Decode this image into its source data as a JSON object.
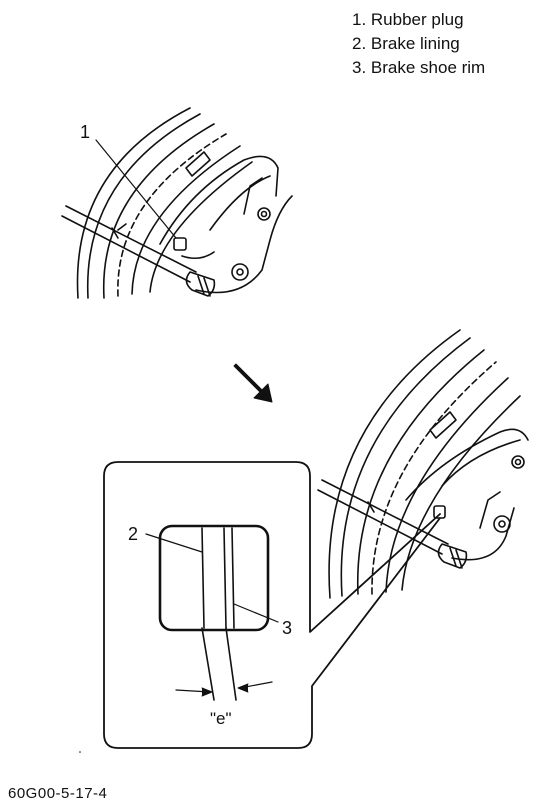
{
  "legend": [
    "1. Rubber plug",
    "2. Brake lining",
    "3. Brake shoe rim"
  ],
  "callouts": {
    "c1": "1",
    "c2": "2",
    "c3": "3",
    "clearance": "\"e\""
  },
  "figure_code": "60G00-5-17-4"
}
